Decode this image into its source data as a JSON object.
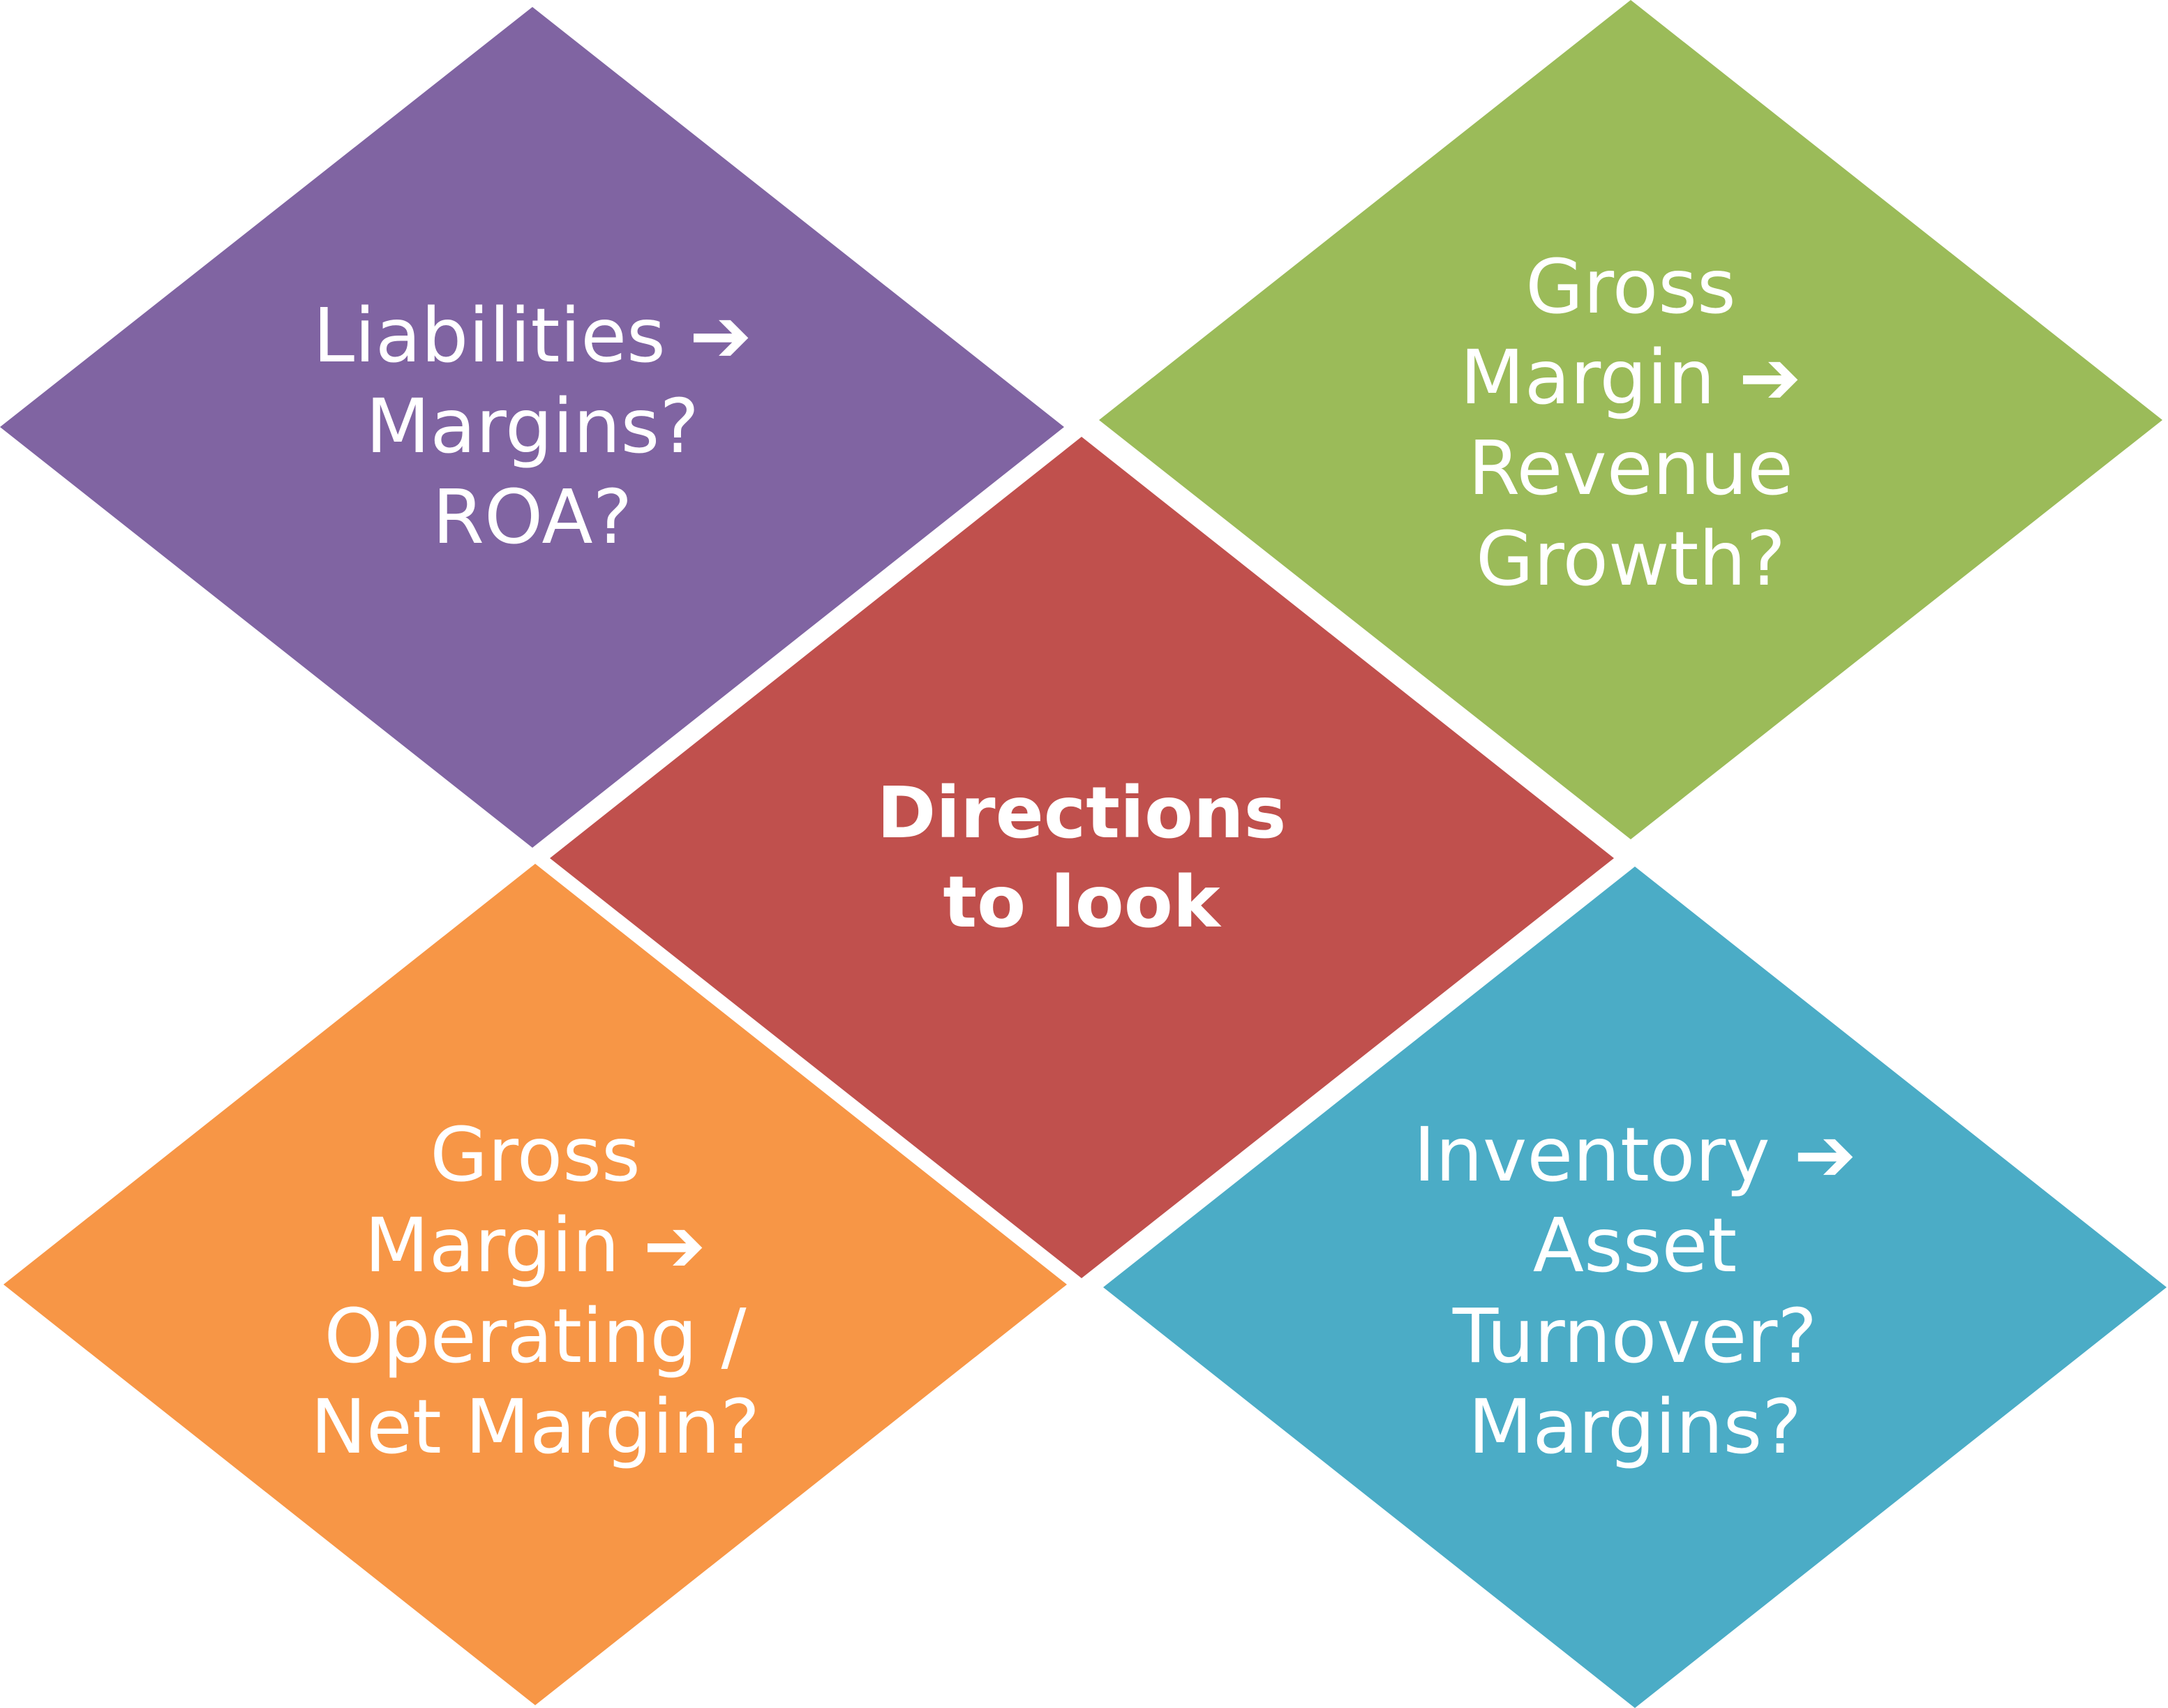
{
  "colors": {
    "top_left": "#8064A2",
    "top_right": "#9BBB59",
    "center": "#C0504D",
    "bottom_left": "#F79646",
    "bottom_right": "#4BACC6",
    "text": "#FFFFFF",
    "background": "#FFFFFF"
  },
  "center": {
    "line1": "Directions",
    "line2": "to look"
  },
  "top_left": {
    "line1": "Liabilities",
    "arrow": "➔",
    "line2": "Margins?",
    "line3": "ROA?"
  },
  "top_right": {
    "line1": "Gross",
    "line2": "Margin",
    "arrow": "➔",
    "line3": "Revenue",
    "line4": "Growth?"
  },
  "bottom_left": {
    "line1": "Gross",
    "line2": "Margin",
    "arrow": "➔",
    "line3": "Operating /",
    "line4": "Net Margin?"
  },
  "bottom_right": {
    "line1": "Inventory",
    "arrow": "➔",
    "line2": "Asset",
    "line3": "Turnover?",
    "line4": "Margins?"
  }
}
